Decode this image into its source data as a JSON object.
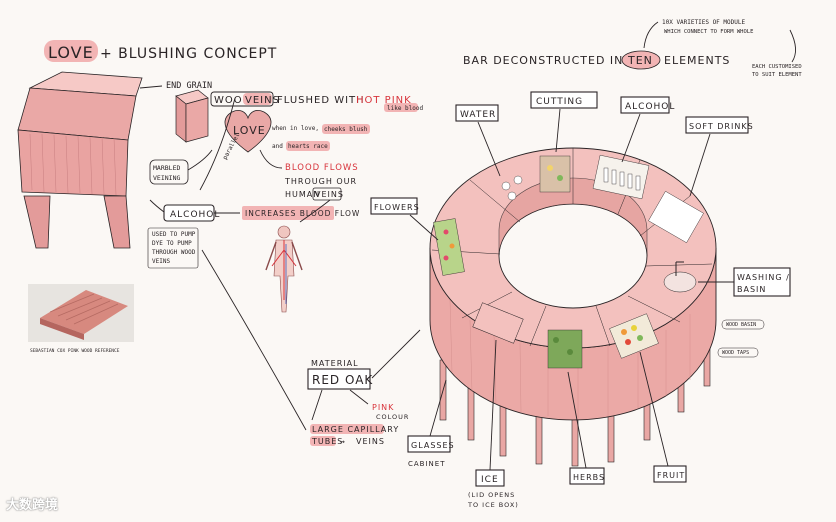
{
  "left": {
    "title_love": "LOVE",
    "title_rest": "+ BLUSHING CONCEPT",
    "end_grain": "END GRAIN",
    "wood": "WOOD",
    "veins": "VEINS",
    "flushed_with": "FLUSHED WITH",
    "hot_pink": "HOT PINK",
    "like_blood": "like blood",
    "love_heart": "LOVE",
    "when_in_love": "when in love,",
    "cheeks_blush": "cheeks blush",
    "and": "and",
    "hearts_race": "hearts race",
    "blood_flows": "BLOOD FLOWS",
    "through_our": "THROUGH OUR",
    "human": "HUMAN",
    "veins2": "VEINS",
    "marbled_veining_1": "MARBLED",
    "marbled_veining_2": "VEINING",
    "alcohol": "ALCOHOL",
    "increases_blood_flow": "INCREASES BLOOD FLOW",
    "parallel": "parallel",
    "used_to_pump_1": "USED TO PUMP",
    "used_to_pump_2": "DYE TO PUMP",
    "used_to_pump_3": "THROUGH WOOD",
    "used_to_pump_4": "VEINS",
    "photo_caption": "SEBASTIAN COX PINK WOOD REFERENCE",
    "material_label": "MATERIAL",
    "red_oak": "RED OAK",
    "pink_1": "PINK",
    "pink_2": "COLOUR",
    "capillary_1": "LARGE CAPILLARY",
    "capillary_2": "TUBES",
    "veins3": "VEINS"
  },
  "right": {
    "title_pre": "BAR DECONSTRUCTED INTO",
    "ten": "TEN",
    "title_post": "ELEMENTS",
    "varieties_1": "10X VARIETIES OF MODULE",
    "varieties_2": "WHICH CONNECT TO FORM WHOLE",
    "customised_1": "EACH CUSTOMISED",
    "customised_2": "TO SUIT ELEMENT",
    "water": "WATER",
    "cutting": "CUTTING",
    "alcohol": "ALCOHOL",
    "soft_drinks": "SOFT DRINKS",
    "flowers": "FLOWERS",
    "washing_1": "WASHING /",
    "washing_2": "BASIN",
    "glasses": "GLASSES",
    "cabinet": "CABINET",
    "ice": "ICE",
    "ice_sub_1": "(LID OPENS",
    "ice_sub_2": "TO ICE BOX)",
    "herbs": "HERBS",
    "fruit": "FRUIT",
    "wood_basin": "WOOD BASIN",
    "wood_taps": "WOOD TAPS"
  },
  "watermark": "大数跨境",
  "colors": {
    "pink": "#f2b4b4",
    "pink_dark": "#d98f8f",
    "red": "#d8343c",
    "ink": "#2a2426"
  }
}
